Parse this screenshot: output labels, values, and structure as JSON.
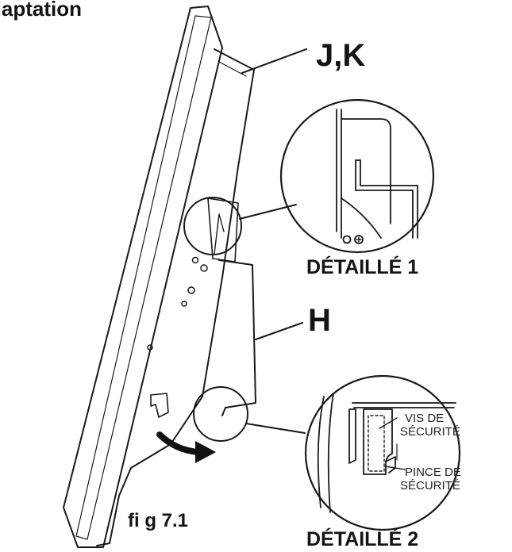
{
  "header": {
    "title": "daptation"
  },
  "callouts": {
    "jk": "J,K",
    "h": "H"
  },
  "details": {
    "detail1": "DÉTAILLÉ 1",
    "detail2": "DÉTAILLÉ 2"
  },
  "detail2_notes": {
    "screw_line1": "VIS DE",
    "screw_line2": "SÉCURITÉ",
    "clip_line1": "PINCE DE",
    "clip_line2": "SÉCURITÉ"
  },
  "figure": {
    "caption": "fi g 7.1"
  },
  "colors": {
    "ink": "#141414",
    "arrow": "#111111",
    "background": "#ffffff"
  }
}
